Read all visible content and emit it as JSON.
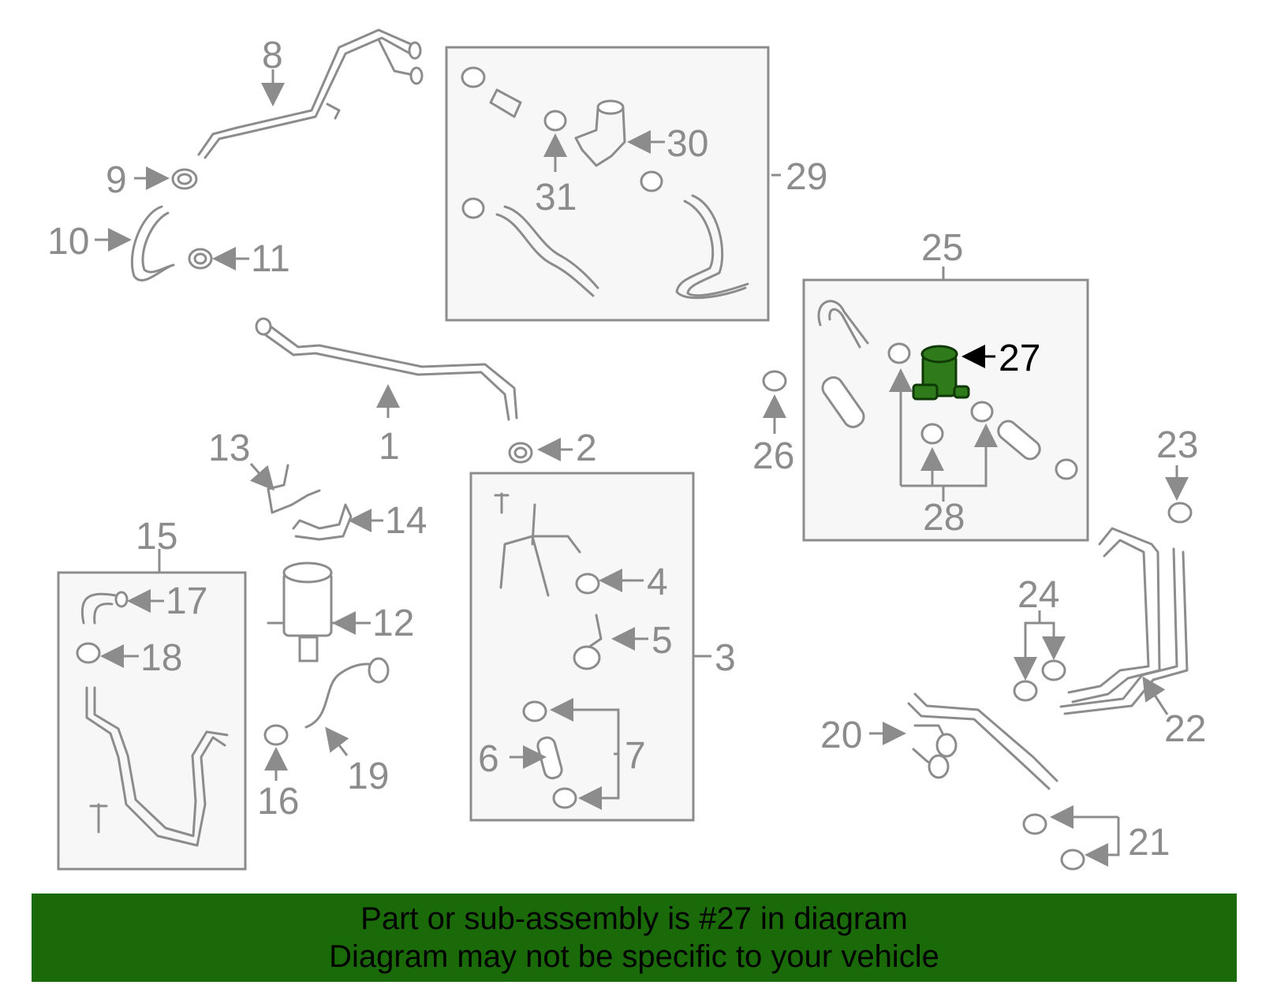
{
  "diagram": {
    "highlight_color": "#1a6a0a",
    "part_color": "#8c8c8c",
    "callouts": [
      "1",
      "2",
      "3",
      "4",
      "5",
      "6",
      "7",
      "8",
      "9",
      "10",
      "11",
      "12",
      "13",
      "14",
      "15",
      "16",
      "17",
      "18",
      "19",
      "20",
      "21",
      "22",
      "23",
      "24",
      "25",
      "26",
      "27",
      "28",
      "29",
      "30",
      "31"
    ],
    "highlighted_callout": "27"
  },
  "banner": {
    "line1": "Part or sub-assembly is #27 in diagram",
    "line2": "Diagram may not be specific to your vehicle"
  }
}
